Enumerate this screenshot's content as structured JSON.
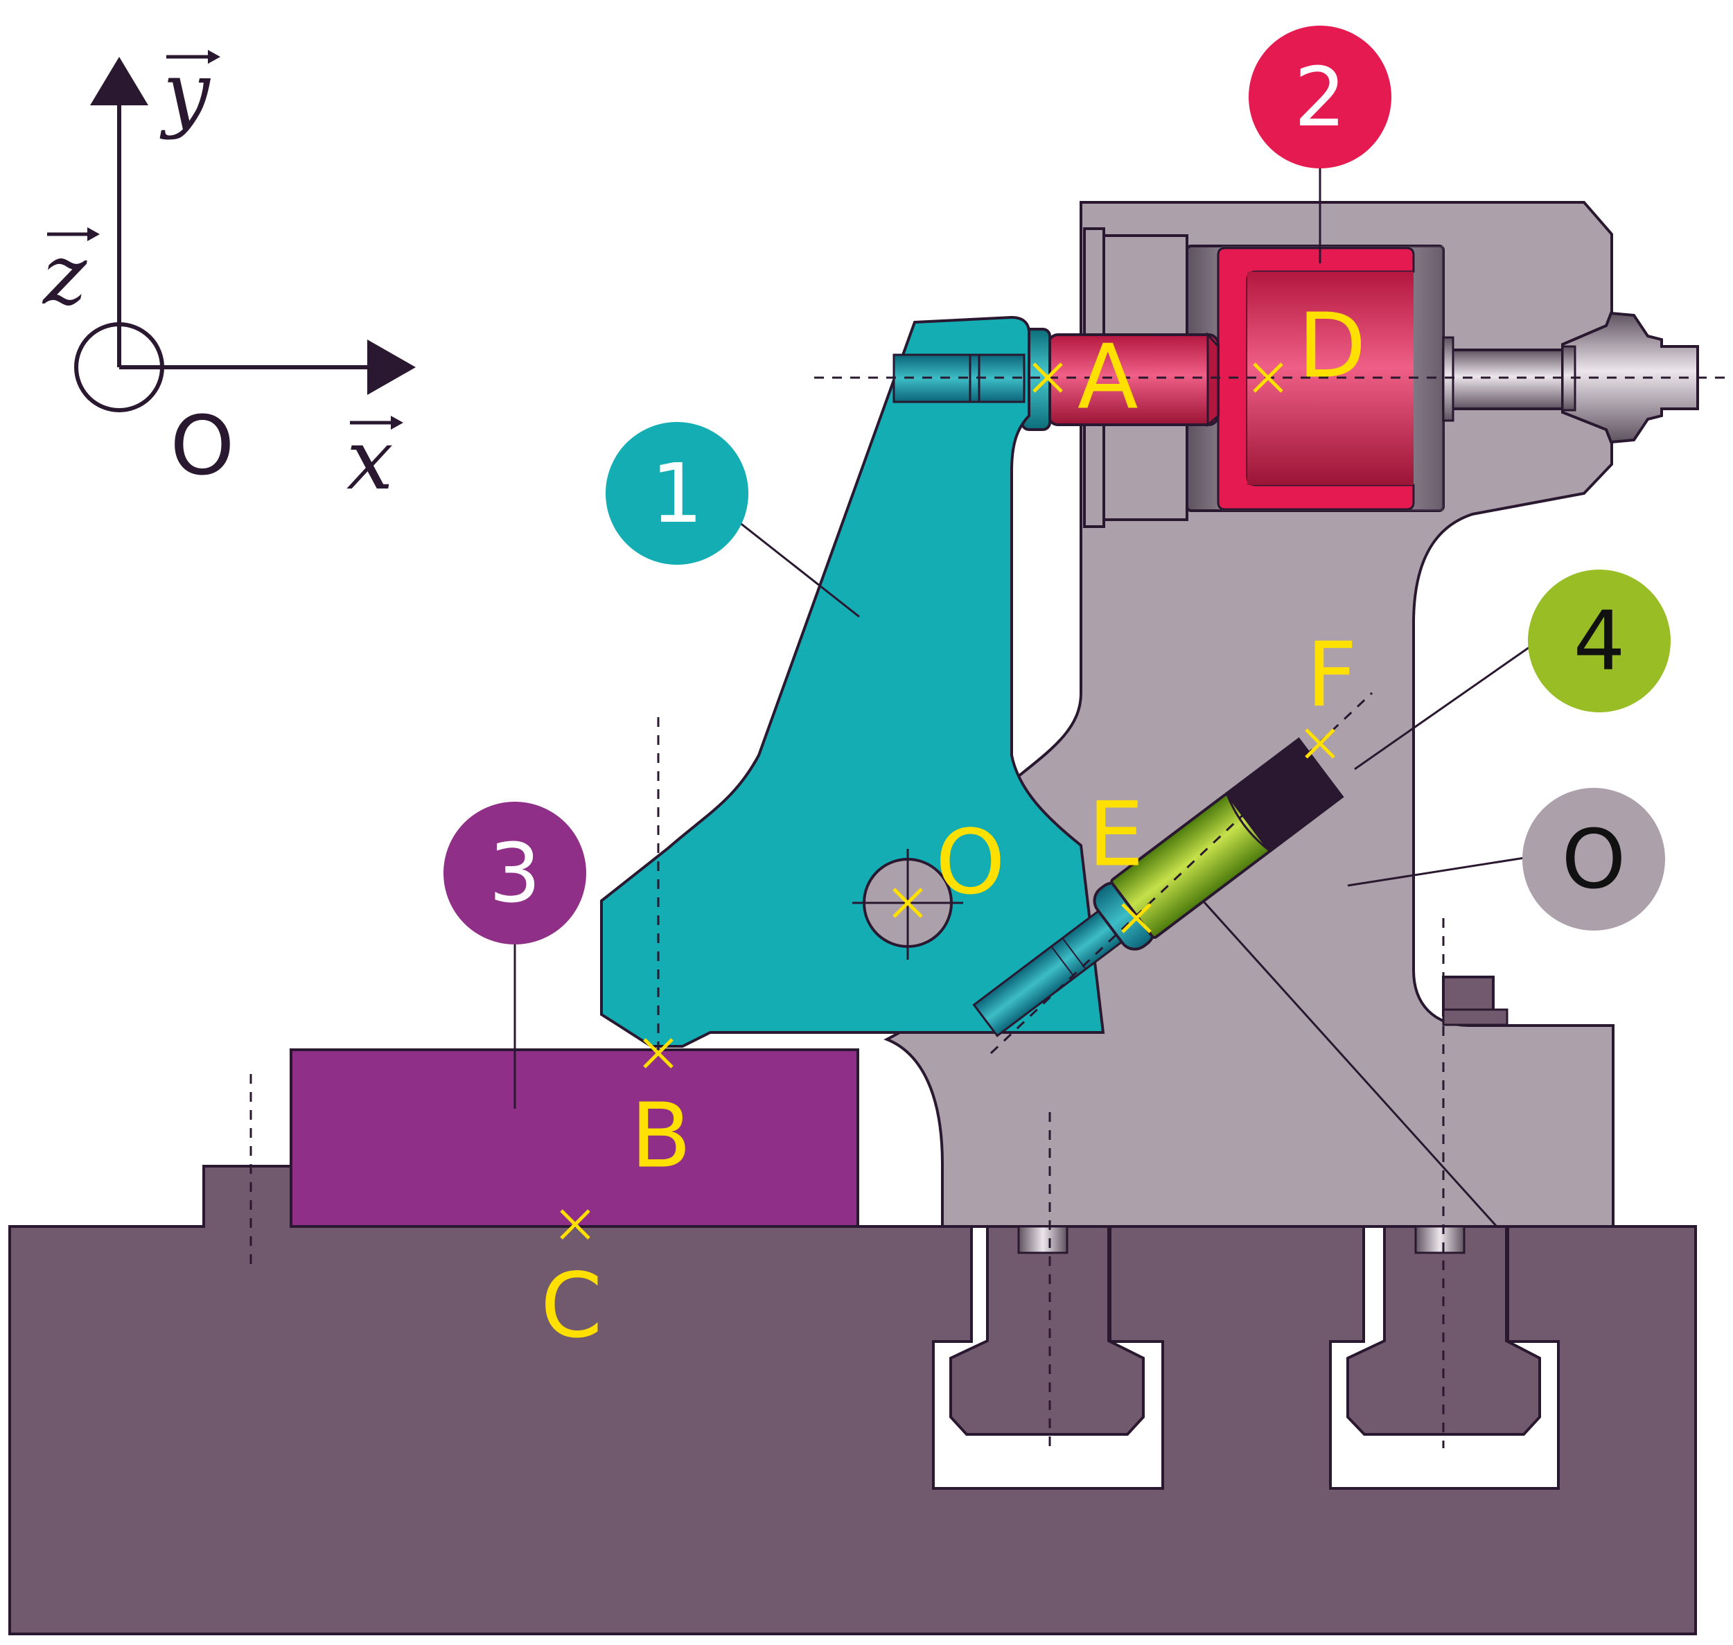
{
  "axes": {
    "y_label": "y",
    "z_label": "z",
    "x_label": "x",
    "origin_label": "O"
  },
  "points": {
    "A": "A",
    "B": "B",
    "C": "C",
    "D": "D",
    "E": "E",
    "F": "F",
    "O": "O"
  },
  "parts": {
    "p1": "1",
    "p2": "2",
    "p3": "3",
    "p4": "4",
    "p0": "O"
  },
  "colors": {
    "frame": "#aca0aa",
    "base": "#715a6e",
    "part1": "#13adb3",
    "part2": "#e51a51",
    "part3": "#8f2f87",
    "part4": "#98bd25",
    "marker": "#ffe000",
    "outline": "#2a1830"
  }
}
